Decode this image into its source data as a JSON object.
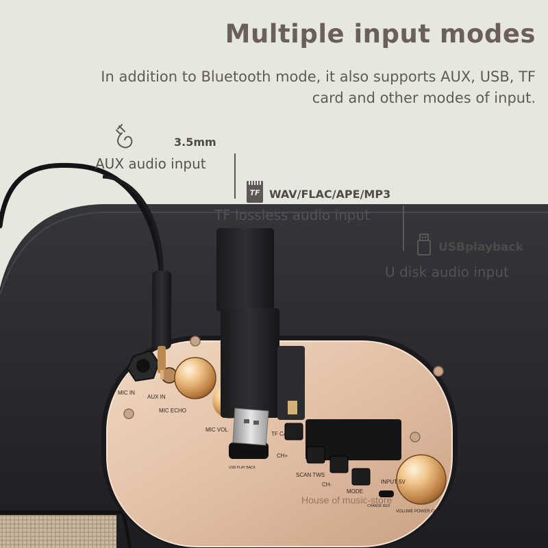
{
  "heading": {
    "title": "Multiple input modes",
    "subtitle": "In addition to Bluetooth mode, it also supports AUX, USB, TF card and other modes of input."
  },
  "features": [
    {
      "spec": "3.5mm",
      "label": "AUX audio input",
      "icon": "audio-cable-icon"
    },
    {
      "spec": "WAV/FLAC/APE/MP3",
      "label": "TF lossless audio input",
      "icon": "tf-card-icon",
      "icon_text": "TF"
    },
    {
      "spec": "USBplayback",
      "label": "U disk audio input",
      "icon": "usb-drive-icon"
    }
  ],
  "panel": {
    "brand": "House of music-store",
    "labels": {
      "mic_in": "MIC IN",
      "aux_in": "AUX IN",
      "mic_echo": "MIC ECHO",
      "mic_vol": "MIC VOL",
      "usb_play_back": "USB PLAY BACK",
      "tf_card": "TF CARD",
      "ch_minus": "CH-",
      "scan_tws": "SCAN TWS",
      "ch_plus": "CH+",
      "mode": "MODE",
      "input_5v": "INPUT 5V",
      "charge_red": "CHARGE RED",
      "volume": "VOLUME POWER ON"
    }
  },
  "colors": {
    "background": "#e6e8de",
    "title": "#6a5f59",
    "speaker_body": "#25262a",
    "panel_gold": "#e2bfa4"
  }
}
